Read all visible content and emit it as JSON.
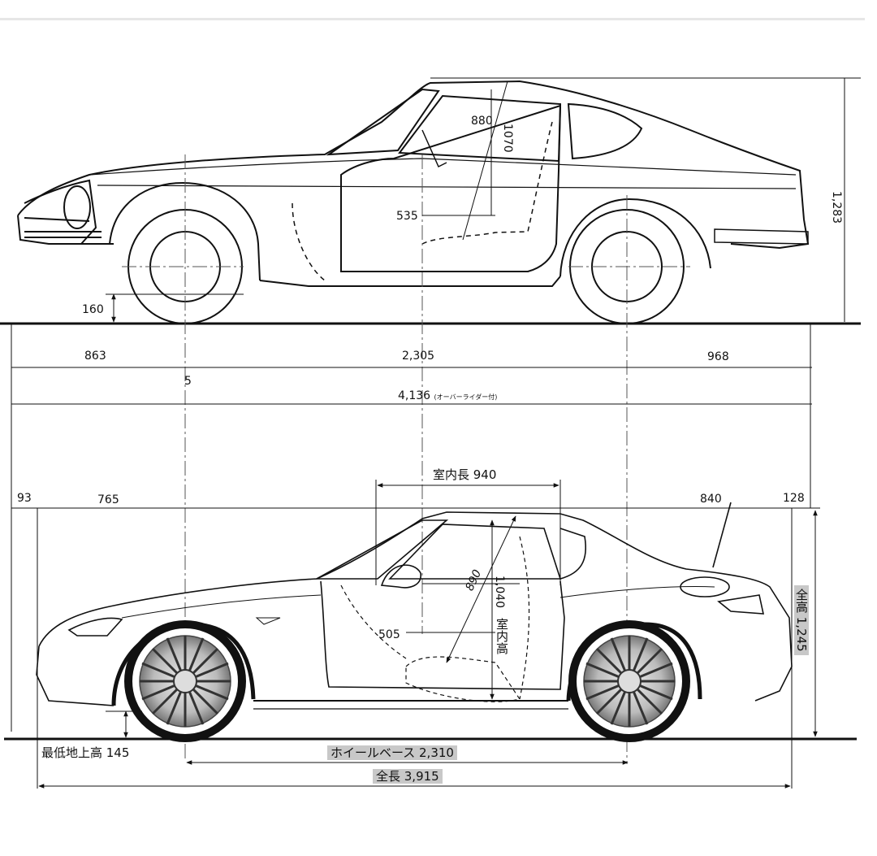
{
  "top_car": {
    "dim_seat_diag": "880",
    "dim_headroom": "1070",
    "dim_height": "1,283",
    "dim_seat_height": "535",
    "dim_ground_clearance": "160",
    "dim_front_overhang": "863",
    "dim_wheelbase": "2,305",
    "dim_rear_overhang": "968",
    "dim_stray_mark": "5",
    "dim_overall_length": "4,136",
    "overall_length_note": "(オーバーライダー付)"
  },
  "bottom_car": {
    "dim_cabin_length": "室内長 940",
    "dim_left_offset": "93",
    "dim_front_overhang": "765",
    "dim_rear_overhang": "840",
    "dim_right_offset": "128",
    "dim_seat_diag": "890",
    "dim_cabin_height": "1,040",
    "cabin_height_label": "室内高",
    "dim_seat_height": "505",
    "dim_overall_height": "全高 1,245",
    "dim_ground_clearance": "最低地上高 145",
    "dim_wheelbase": "ホイールベース 2,310",
    "dim_overall_length": "全長 3,915"
  }
}
